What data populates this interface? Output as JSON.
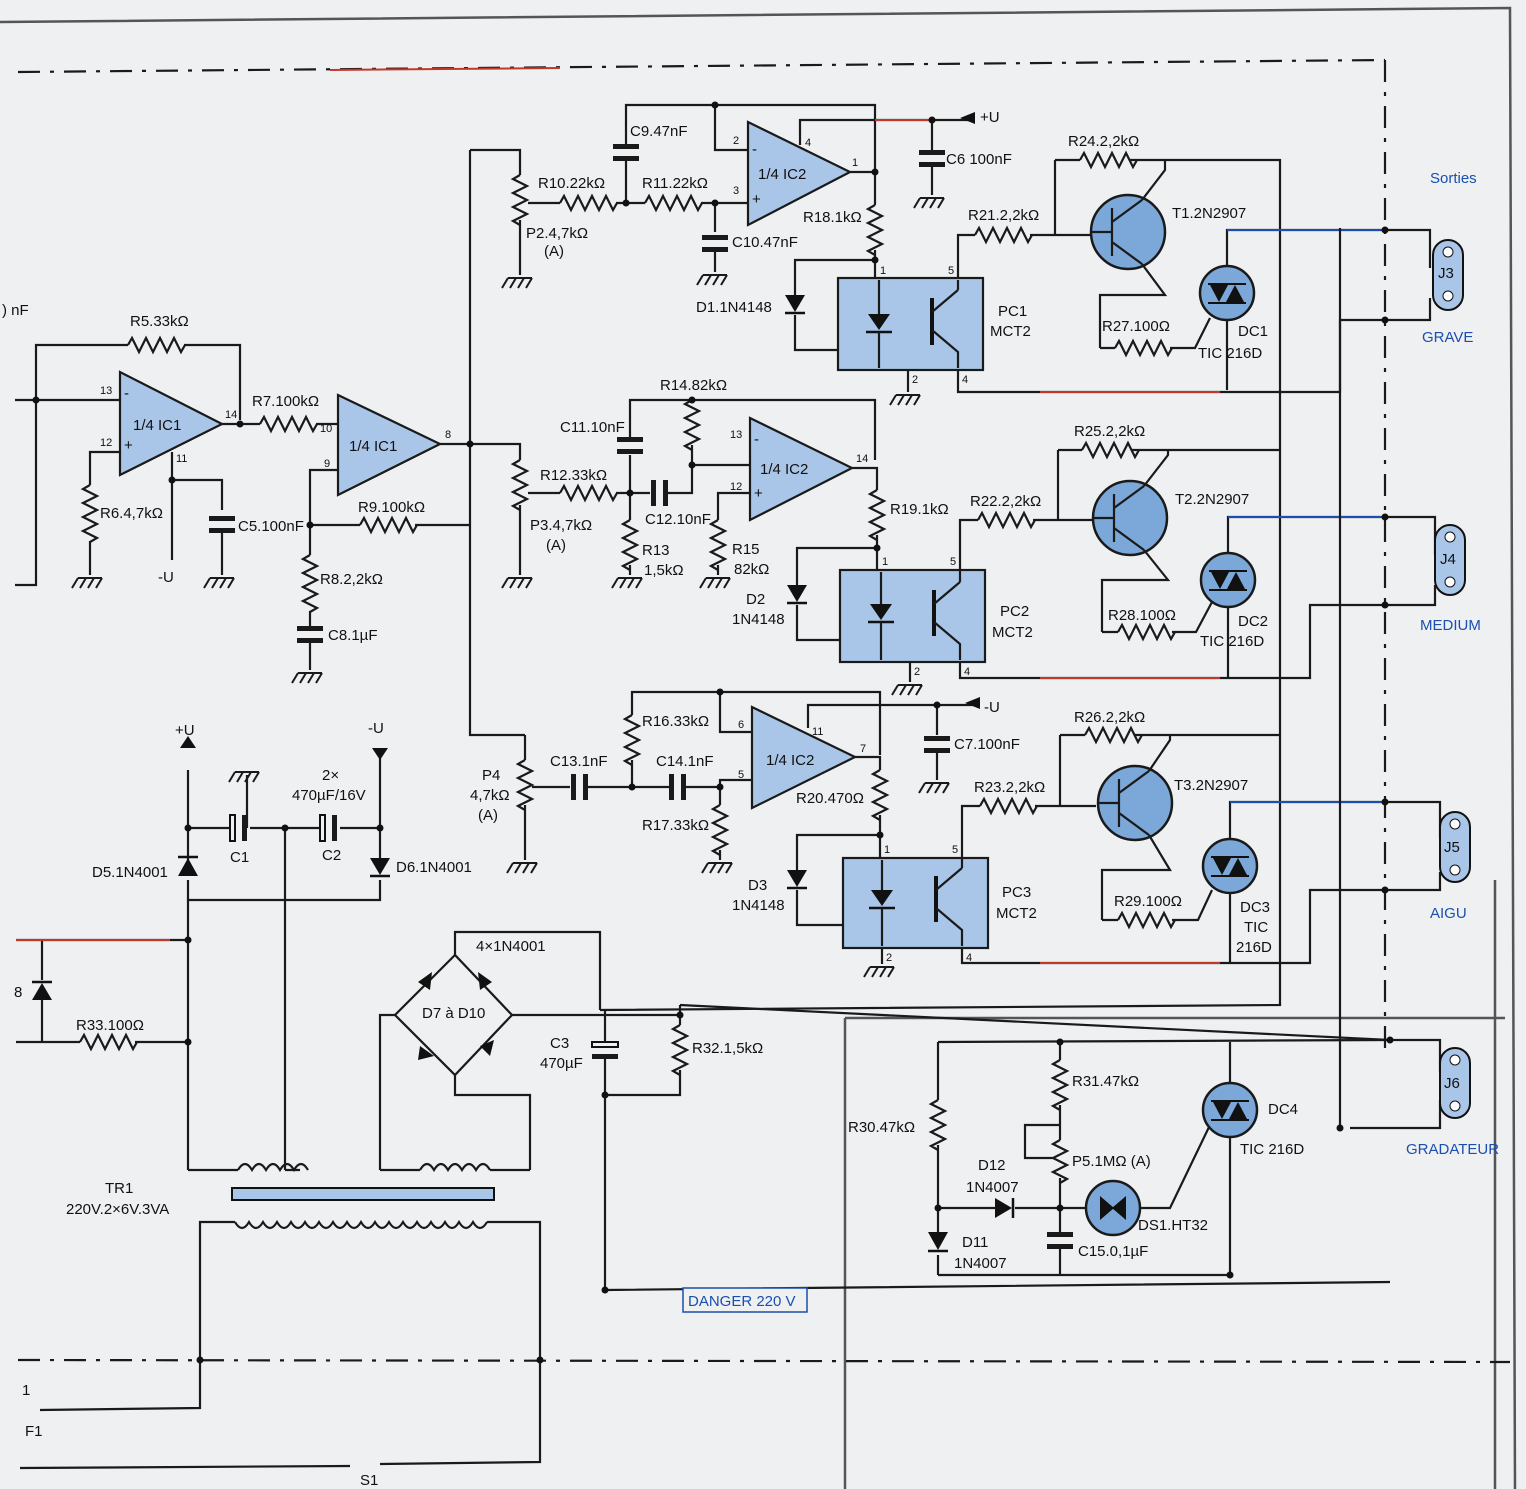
{
  "title": "",
  "labels": {
    "r5": "R5.33kΩ",
    "r6": "R6.4,7kΩ",
    "r7": "R7.100kΩ",
    "r8": "R8.2,2kΩ",
    "r9": "R9.100kΩ",
    "r10": "R10.22kΩ",
    "r11": "R11.22kΩ",
    "r12": "R12.33kΩ",
    "r13a": "R13",
    "r13b": "1,5kΩ",
    "r14": "R14.82kΩ",
    "r15a": "R15",
    "r15b": "82kΩ",
    "r16": "R16.33kΩ",
    "r17": "R17.33kΩ",
    "r18": "R18.1kΩ",
    "r19": "R19.1kΩ",
    "r20": "R20.470Ω",
    "r21": "R21.2,2kΩ",
    "r22": "R22.2,2kΩ",
    "r23": "R23.2,2kΩ",
    "r24": "R24.2,2kΩ",
    "r25": "R25.2,2kΩ",
    "r26": "R26.2,2kΩ",
    "r27": "R27.100Ω",
    "r28": "R28.100Ω",
    "r29": "R29.100Ω",
    "r30": "R30.47kΩ",
    "r31": "R31.47kΩ",
    "r32": "R32.1,5kΩ",
    "r33": "R33.100Ω",
    "p2a": "P2.4,7kΩ",
    "p2b": "(A)",
    "p3a": "P3.4,7kΩ",
    "p3b": "(A)",
    "p4a": "P4",
    "p4b": "4,7kΩ",
    "p4c": "(A)",
    "p5": "P5.1MΩ (A)",
    "c1": "C1",
    "c2": "C2",
    "c2val1": "2×",
    "c2val2": "470µF/16V",
    "c3a": "C3",
    "c3b": "470µF",
    "c5": "C5.100nF",
    "c6": "C6 100nF",
    "c7": "C7.100nF",
    "c8": "C8.1µF",
    "c9": "C9.47nF",
    "c10": "C10.47nF",
    "c11": "C11.10nF",
    "c12": "C12.10nF",
    "c13": "C13.1nF",
    "c14": "C14.1nF",
    "c15": "C15.0,1µF",
    "ic1a": "1/4 IC1",
    "ic1b": "1/4 IC1",
    "ic2a": "1/4 IC2",
    "ic2b": "1/4 IC2",
    "ic2c": "1/4 IC2",
    "d1": "D1.1N4148",
    "d2a": "D2",
    "d2b": "1N4148",
    "d3a": "D3",
    "d3b": "1N4148",
    "d5": "D5.1N4001",
    "d6": "D6.1N4001",
    "d11a": "D11",
    "d11b": "1N4007",
    "d12a": "D12",
    "d12b": "1N4007",
    "bridge1": "4×1N4001",
    "bridge2": "D7 à D10",
    "pc1a": "PC1",
    "pc1b": "MCT2",
    "pc2a": "PC2",
    "pc2b": "MCT2",
    "pc3a": "PC3",
    "pc3b": "MCT2",
    "t1": "T1.2N2907",
    "t2": "T2.2N2907",
    "t3": "T3.2N2907",
    "dc1a": "DC1",
    "dc1b": "TIC 216D",
    "dc2a": "DC2",
    "dc2b": "TIC 216D",
    "dc3a": "DC3",
    "dc3b": "TIC",
    "dc3c": "216D",
    "dc4a": "DC4",
    "dc4b": "TIC 216D",
    "ds1": "DS1.HT32",
    "tr1a": "TR1",
    "tr1b": "220V.2×6V.3VA",
    "pu1": "+U",
    "pu2": "+U",
    "mu1": "-U",
    "mu2": "-U",
    "mu3": "-U",
    "s1": "S1",
    "f1": "F1",
    "one": "1",
    "nf": ") nF",
    "d8": "8",
    "j3": "J3",
    "j4": "J4",
    "j5": "J5",
    "j6": "J6"
  },
  "outputs": {
    "title": "Sorties",
    "grave": "GRAVE",
    "medium": "MEDIUM",
    "aigu": "AIGU",
    "gradateur": "GRADATEUR"
  },
  "warning": "DANGER 220 V",
  "colors": {
    "component_fill": "#a9c6e8",
    "transistor_fill": "#7ba8d8",
    "accent_blue": "#1a4fb0",
    "accent_red": "#c0392b"
  }
}
